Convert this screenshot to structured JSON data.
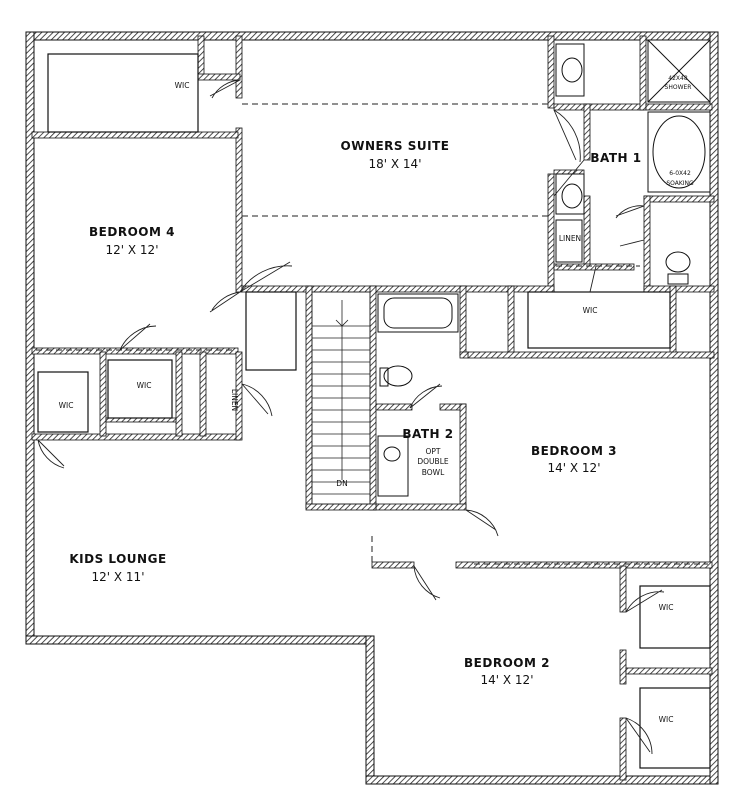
{
  "rooms": {
    "owners_suite": {
      "name": "OWNERS SUITE",
      "dims": "18' X 14'"
    },
    "bedroom4": {
      "name": "BEDROOM 4",
      "dims": "12' X 12'"
    },
    "bedroom3": {
      "name": "BEDROOM 3",
      "dims": "14' X 12'"
    },
    "bedroom2": {
      "name": "BEDROOM 2",
      "dims": "14' X 12'"
    },
    "kids_lounge": {
      "name": "KIDS LOUNGE",
      "dims": "12' X 11'"
    },
    "bath1": {
      "name": "BATH 1"
    },
    "bath2": {
      "name": "BATH 2",
      "note_line1": "OPT",
      "note_line2": "DOUBLE",
      "note_line3": "BOWL"
    }
  },
  "fixtures": {
    "shower_size": "42X48",
    "shower_label": "SHOWER",
    "tub_size": "6-0X42",
    "tub_label": "SOAKING",
    "linen": "LINEN",
    "stair_dn": "DN",
    "wic": "WIC"
  }
}
